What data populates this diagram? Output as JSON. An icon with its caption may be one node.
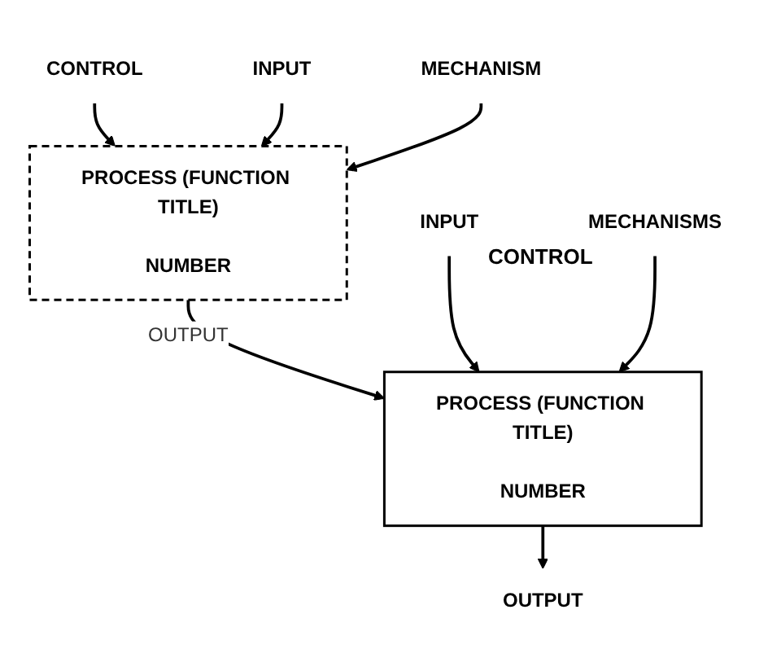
{
  "diagram": {
    "nodes": [
      {
        "text": [
          "CONTROL"
        ]
      },
      {
        "text": [
          "INPUT"
        ]
      },
      {
        "text": [
          "PROCESS (FUNCTION TITLE)",
          "NUMBER"
        ]
      },
      {
        "text": [
          "MECHANISM"
        ]
      },
      {
        "text": [
          "INPUT"
        ]
      },
      {
        "text": [
          "PROCESS (FUNCTION TITLE)",
          "NUMBER"
        ]
      },
      {
        "text": [
          "OUTPUT"
        ]
      },
      {
        "text": [
          "MECHANISMS"
        ]
      }
    ],
    "edges": [
      {
        "from": 0,
        "to": 2,
        "arrow": "to"
      },
      {
        "from": 1,
        "to": 2,
        "arrow": "to"
      },
      {
        "from": 3,
        "to": 2,
        "arrow": "to"
      },
      {
        "from": 2,
        "to": 5,
        "arrow": "to",
        "label": "OUTPUT"
      },
      {
        "from": 4,
        "to": 5,
        "arrow": "to"
      },
      {
        "from": 5,
        "to": 6,
        "arrow": "to"
      },
      {
        "from": 7,
        "to": 5,
        "arrow": "to"
      }
    ],
    "labels": [
      "CONTROL"
    ]
  }
}
